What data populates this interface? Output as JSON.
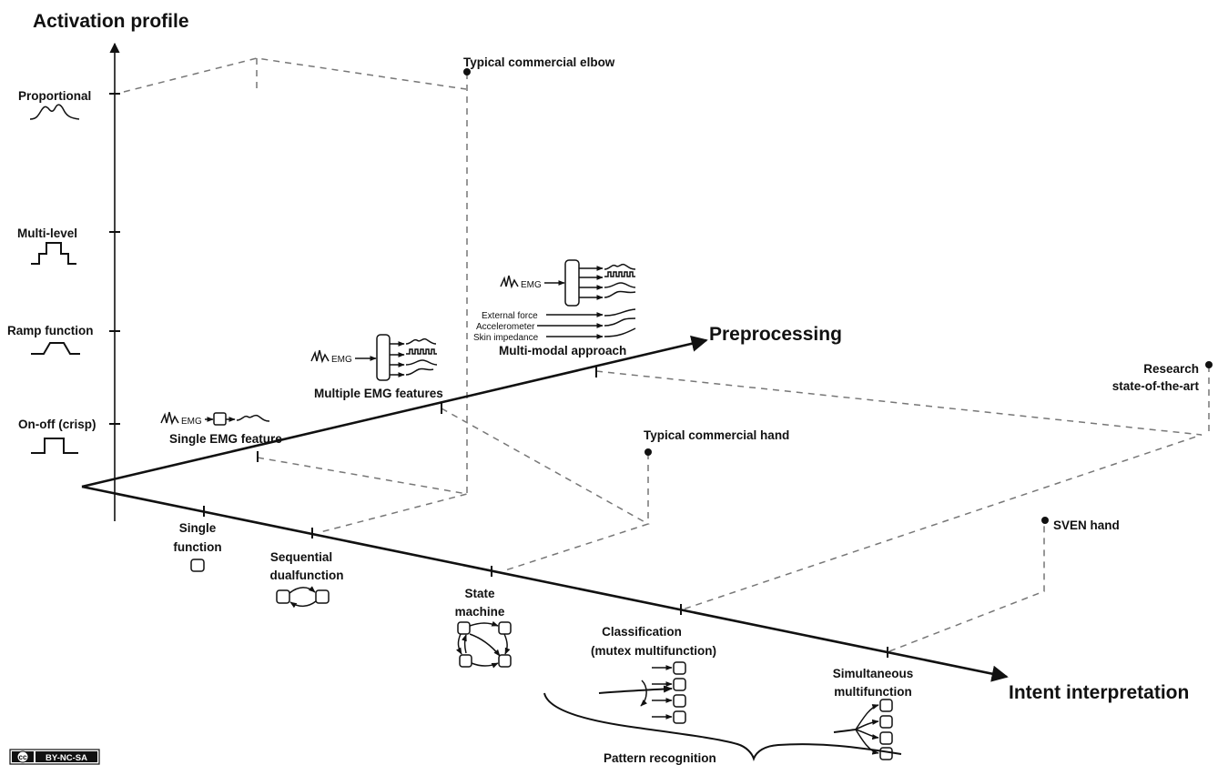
{
  "title": "Activation profile",
  "axes": {
    "preprocessing": "Preprocessing",
    "intent": "Intent interpretation"
  },
  "activation_levels": {
    "proportional": "Proportional",
    "multilevel": "Multi-level",
    "ramp": "Ramp function",
    "onoff": "On-off (crisp)"
  },
  "preprocessing_levels": {
    "single": "Single EMG feature",
    "multiple": "Multiple EMG features",
    "multimodal": "Multi-modal approach"
  },
  "emg_label": "EMG",
  "sensors": {
    "external_force": "External force",
    "accelerometer": "Accelerometer",
    "skin_impedance": "Skin impedance"
  },
  "intent_levels": {
    "single_1": "Single",
    "single_2": "function",
    "sequential_1": "Sequential",
    "sequential_2": "dualfunction",
    "state_1": "State",
    "state_2": "machine",
    "classification_1": "Classification",
    "classification_2": "(mutex multifunction)",
    "simultaneous_1": "Simultaneous",
    "simultaneous_2": "multifunction"
  },
  "pattern_recognition": "Pattern recognition",
  "devices": {
    "elbow": "Typical commercial elbow",
    "hand": "Typical commercial hand",
    "research_1": "Research",
    "research_2": "state-of-the-art",
    "sven": "SVEN hand"
  },
  "license": "BY-NC-SA",
  "license_cc": "cc"
}
